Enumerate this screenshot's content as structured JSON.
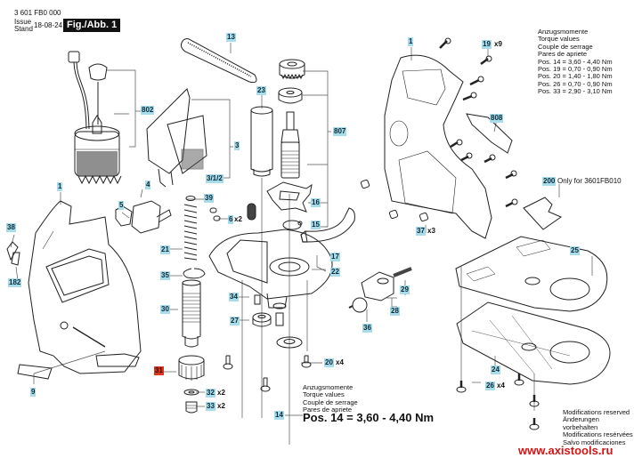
{
  "header": {
    "part_number": "3 601 FB0 000",
    "issue_label_en": "Issue",
    "issue_label_de": "Stand",
    "issue_date": "18-08-24",
    "figure_label": "Fig./Abb. 1"
  },
  "torque_table": {
    "lines": [
      "Anzugsmomente",
      "Torque values",
      "Couple de serrage",
      "Pares de apriete",
      "Pos. 14 = 3,60 - 4,40 Nm",
      "Pos. 19 = 0,70 - 0,90 Nm",
      "Pos. 20 = 1,40 - 1,80 Nm",
      "Pos. 26 = 0,70 - 0,90 Nm",
      "Pos. 33 = 2,90 - 3,10 Nm"
    ]
  },
  "torque_note": {
    "lines": [
      "Anzugsmomente",
      "Torque values",
      "Couple de serrage",
      "Pares de apriete"
    ],
    "main": "Pos. 14 = 3,60 - 4,40 Nm"
  },
  "variant_note": "Only for 3601FB010",
  "modifications": [
    "Modifications reserved",
    "Änderungen vorbehalten",
    "Modifications resérvées",
    "Salvo modificaciones"
  ],
  "watermark": "www.axistools.ru",
  "colors": {
    "callout_bg": "#a8dcea",
    "callout_highlight": "#d9381e",
    "watermark": "#d21414"
  },
  "callouts": {
    "p1_left": "1",
    "p1_right": "1",
    "p3": "3",
    "p3_1_2": "3/1/2",
    "p4": "4",
    "p5": "5",
    "p6": "6",
    "p6_qty": "x2",
    "p9": "9",
    "p13": "13",
    "p14": "14",
    "p15": "15",
    "p16": "16",
    "p17": "17",
    "p19": "19",
    "p19_qty": "x9",
    "p20": "20",
    "p20_qty": "x4",
    "p21": "21",
    "p22": "22",
    "p23": "23",
    "p24": "24",
    "p25": "25",
    "p26": "26",
    "p26_qty": "x4",
    "p27": "27",
    "p28": "28",
    "p29": "29",
    "p30": "30",
    "p31": "31",
    "p32": "32",
    "p32_qty": "x2",
    "p33": "33",
    "p33_qty": "x2",
    "p34": "34",
    "p35": "35",
    "p36": "36",
    "p37": "37",
    "p37_qty": "x3",
    "p38": "38",
    "p39": "39",
    "p182": "182",
    "p200": "200",
    "p802": "802",
    "p807": "807",
    "p808": "808"
  }
}
